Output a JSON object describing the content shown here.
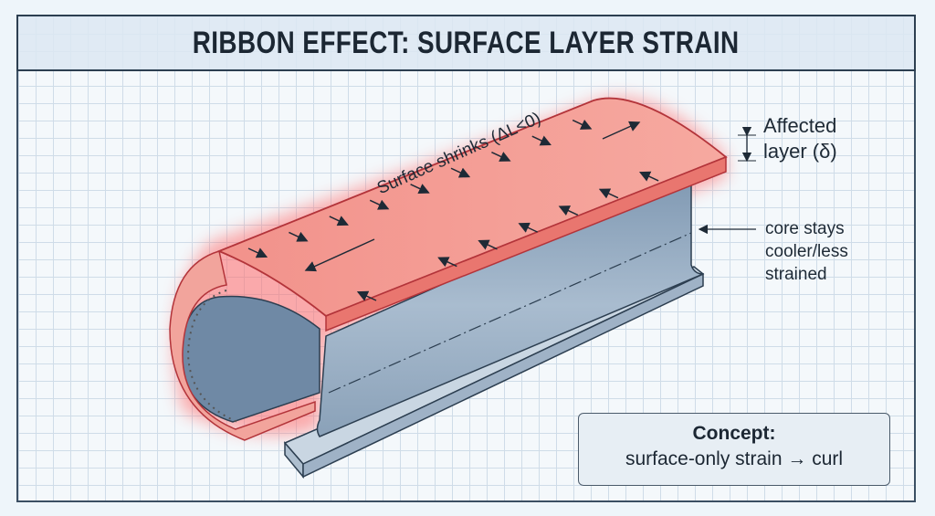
{
  "title": "RIBBON EFFECT: SURFACE LAYER STRAIN",
  "labels": {
    "surface": "Surface shrinks (ΔL<0)",
    "affected_line1": "Affected",
    "affected_line2": "layer (δ)",
    "core_line1": "core stays",
    "core_line2": "cooler/less",
    "core_line3": "strained"
  },
  "concept": {
    "heading": "Concept:",
    "text": "surface-only strain → curl"
  },
  "colors": {
    "surface_red": "#f08a84",
    "glow": "#ff6b6b",
    "steel": "#8fa6bd",
    "text": "#1c2733"
  }
}
